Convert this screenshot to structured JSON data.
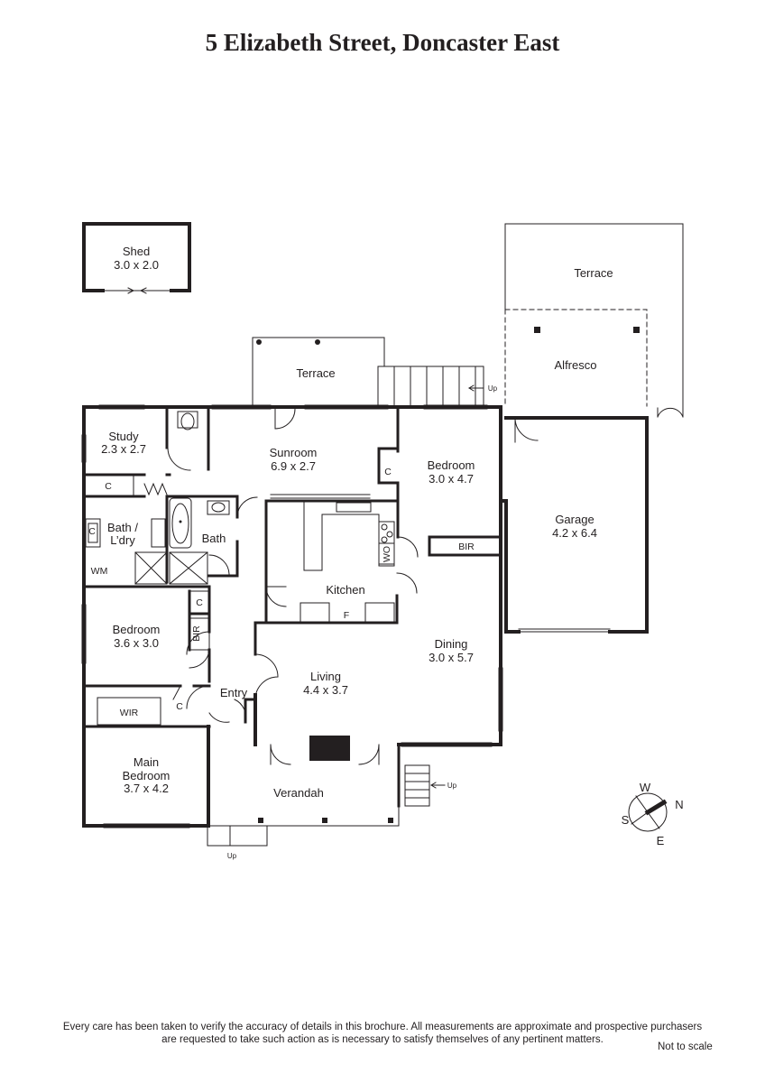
{
  "title": "5 Elizabeth Street, Doncaster East",
  "rooms": {
    "shed": {
      "name": "Shed",
      "dims": "3.0 x 2.0"
    },
    "terrace_top": {
      "name": "Terrace"
    },
    "alfresco": {
      "name": "Alfresco"
    },
    "terrace_mid": {
      "name": "Terrace"
    },
    "study": {
      "name": "Study",
      "dims": "2.3 x 2.7"
    },
    "sunroom": {
      "name": "Sunroom",
      "dims": "6.9 x 2.7"
    },
    "bedroom_ne": {
      "name": "Bedroom",
      "dims": "3.0 x 4.7"
    },
    "garage": {
      "name": "Garage",
      "dims": "4.2 x 6.4"
    },
    "bath_laundry": {
      "line1": "Bath /",
      "line2": "L’dry"
    },
    "bath": {
      "name": "Bath"
    },
    "kitchen": {
      "name": "Kitchen"
    },
    "bedroom_w": {
      "name": "Bedroom",
      "dims": "3.6 x 3.0"
    },
    "dining": {
      "name": "Dining",
      "dims": "3.0 x 5.7"
    },
    "living": {
      "name": "Living",
      "dims": "4.4 x 3.7"
    },
    "entry": {
      "name": "Entry"
    },
    "main_bedroom": {
      "line1": "Main",
      "line2": "Bedroom",
      "dims": "3.7 x 4.2"
    },
    "verandah": {
      "name": "Verandah"
    }
  },
  "fixtures": {
    "c": "C",
    "bir": "BIR",
    "wir": "WIR",
    "wm": "WM",
    "wo": "WO",
    "fridge": "F",
    "up": "Up"
  },
  "compass": {
    "w": "W",
    "n": "N",
    "s": "S",
    "e": "E"
  },
  "disclaimer": {
    "line1": "Every care has been taken to verify the accuracy of details in this brochure.  All measurements are approximate and prospective purchasers",
    "line2": "are requested to take such action as is necessary to satisfy themselves of any pertinent matters."
  },
  "scale_note": "Not to scale"
}
